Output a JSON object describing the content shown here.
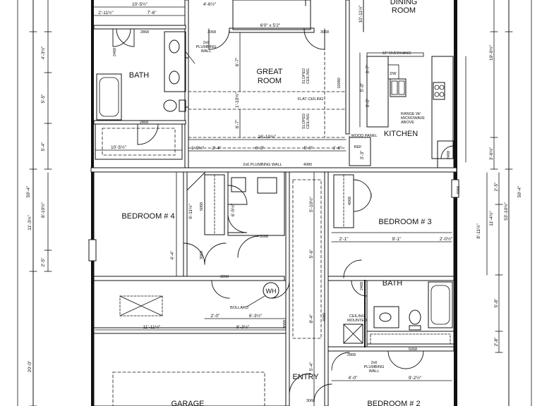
{
  "rooms": {
    "dining": "DINING\nROOM",
    "great_room": "GREAT\nROOM",
    "kitchen": "KITCHEN",
    "bath_1": "BATH",
    "bath_2": "BATH",
    "bedroom_4": "BEDROOM # 4",
    "bedroom_3": "BEDROOM # 3",
    "bedroom_2": "BEDROOM # 2",
    "garage": "GARAGE",
    "entry": "ENTRY"
  },
  "notes": {
    "plumbing_wall_1": "2x6\nPLUMBING\nWALL",
    "plumbing_wall_2": "2x6 PLUMBING WALL",
    "plumbing_wall_3": "2x6\nPLUMBING\nWALL",
    "sloped_ceiling_1": "SLOPED\nCEILING",
    "sloped_ceiling_2": "SLOPED\nCEILING",
    "flat_ceiling": "FLAT CEILING",
    "overhang": "12\" OVERHANG",
    "dw": "DW",
    "range": "RANGE W/\nMICROWAVE\nABOVE",
    "wood_panel": "WOOD PANEL",
    "ref": "REF",
    "wh": "WH",
    "bollard": "BOLLARD",
    "ceiling_mounted": "CEILING\nMOUNTED"
  },
  "dims_horizontal": {
    "top_1": "10'-5½\"",
    "top_2": "4'-6½\"",
    "top_3": "2'-11½\"",
    "top_4": "7'-6\"",
    "window": "6'0\" x 5'2\"",
    "great_width": "16'-10½\"",
    "hall_1": "1'-9½\"",
    "hall_2": "2'-4\"",
    "hall_3": "6'-3\"",
    "hall_4": "5'-0\"",
    "hall_5": "1'-6\"",
    "bath_vanity": "10'-5½\"",
    "closet_1": "2'-1\"",
    "closet_2": "9'-1\"",
    "closet_3": "2'-0½\"",
    "garage_1": "2'-0\"",
    "garage_2": "6'-3½\"",
    "garage_3": "11'-11½\"",
    "garage_4": "8'-3½\"",
    "bed2_1": "4'-0\"",
    "bed2_2": "9'-2½\""
  },
  "dims_vertical": {
    "left_1": "4'-3½\"",
    "left_2": "5'-5\"",
    "left_3": "5'-4\"",
    "left_total": "59'-4\"",
    "left_4": "11'-3½\"",
    "left_5": "8'-10½\"",
    "left_6": "2'-5\"",
    "left_7": "20'-0\"",
    "right_total": "59'-4\"",
    "right_1": "19'-0½\"",
    "right_2": "53'-10½\"",
    "right_3": "3'-6½\"",
    "right_4": "2'-5\"",
    "right_5": "11'-4½\"",
    "right_6": "8'-11½\"",
    "right_7": "5'-8\"",
    "right_8": "2'-8\"",
    "dining_h": "10'-11½\"",
    "great_1": "6'-7\"",
    "great_2": "1'-10½\"",
    "great_3": "6'-7\"",
    "kitchen_1": "3'-7\"",
    "kitchen_2": "5'-0\"",
    "kitchen_3": "3'-5\"",
    "kitchen_4": "3'-3\"",
    "bed4_1": "6'-11½\"",
    "bed4_2": "4'-4\"",
    "laundry": "6'-5½\"",
    "hall_a": "5'-10½\"",
    "hall_b": "5'-6\"",
    "hall_c": "8'-4\"",
    "hall_d": "5'-4\""
  },
  "door_codes": {
    "d1": "2868",
    "d2": "3068",
    "d3": "3068",
    "d4": "2468",
    "d5": "2868",
    "d6": "10080",
    "d7": "4080",
    "d8": "2468",
    "d9": "5068",
    "d10": "3068",
    "d11": "3068",
    "d12": "3068",
    "d13": "4068",
    "d14": "4068",
    "d15": "2468",
    "d16": "4080",
    "d17": "2868",
    "d18": "5068",
    "d19": "3068",
    "d20": "3068"
  },
  "colors": {
    "line": "#111111",
    "background": "#ffffff"
  }
}
